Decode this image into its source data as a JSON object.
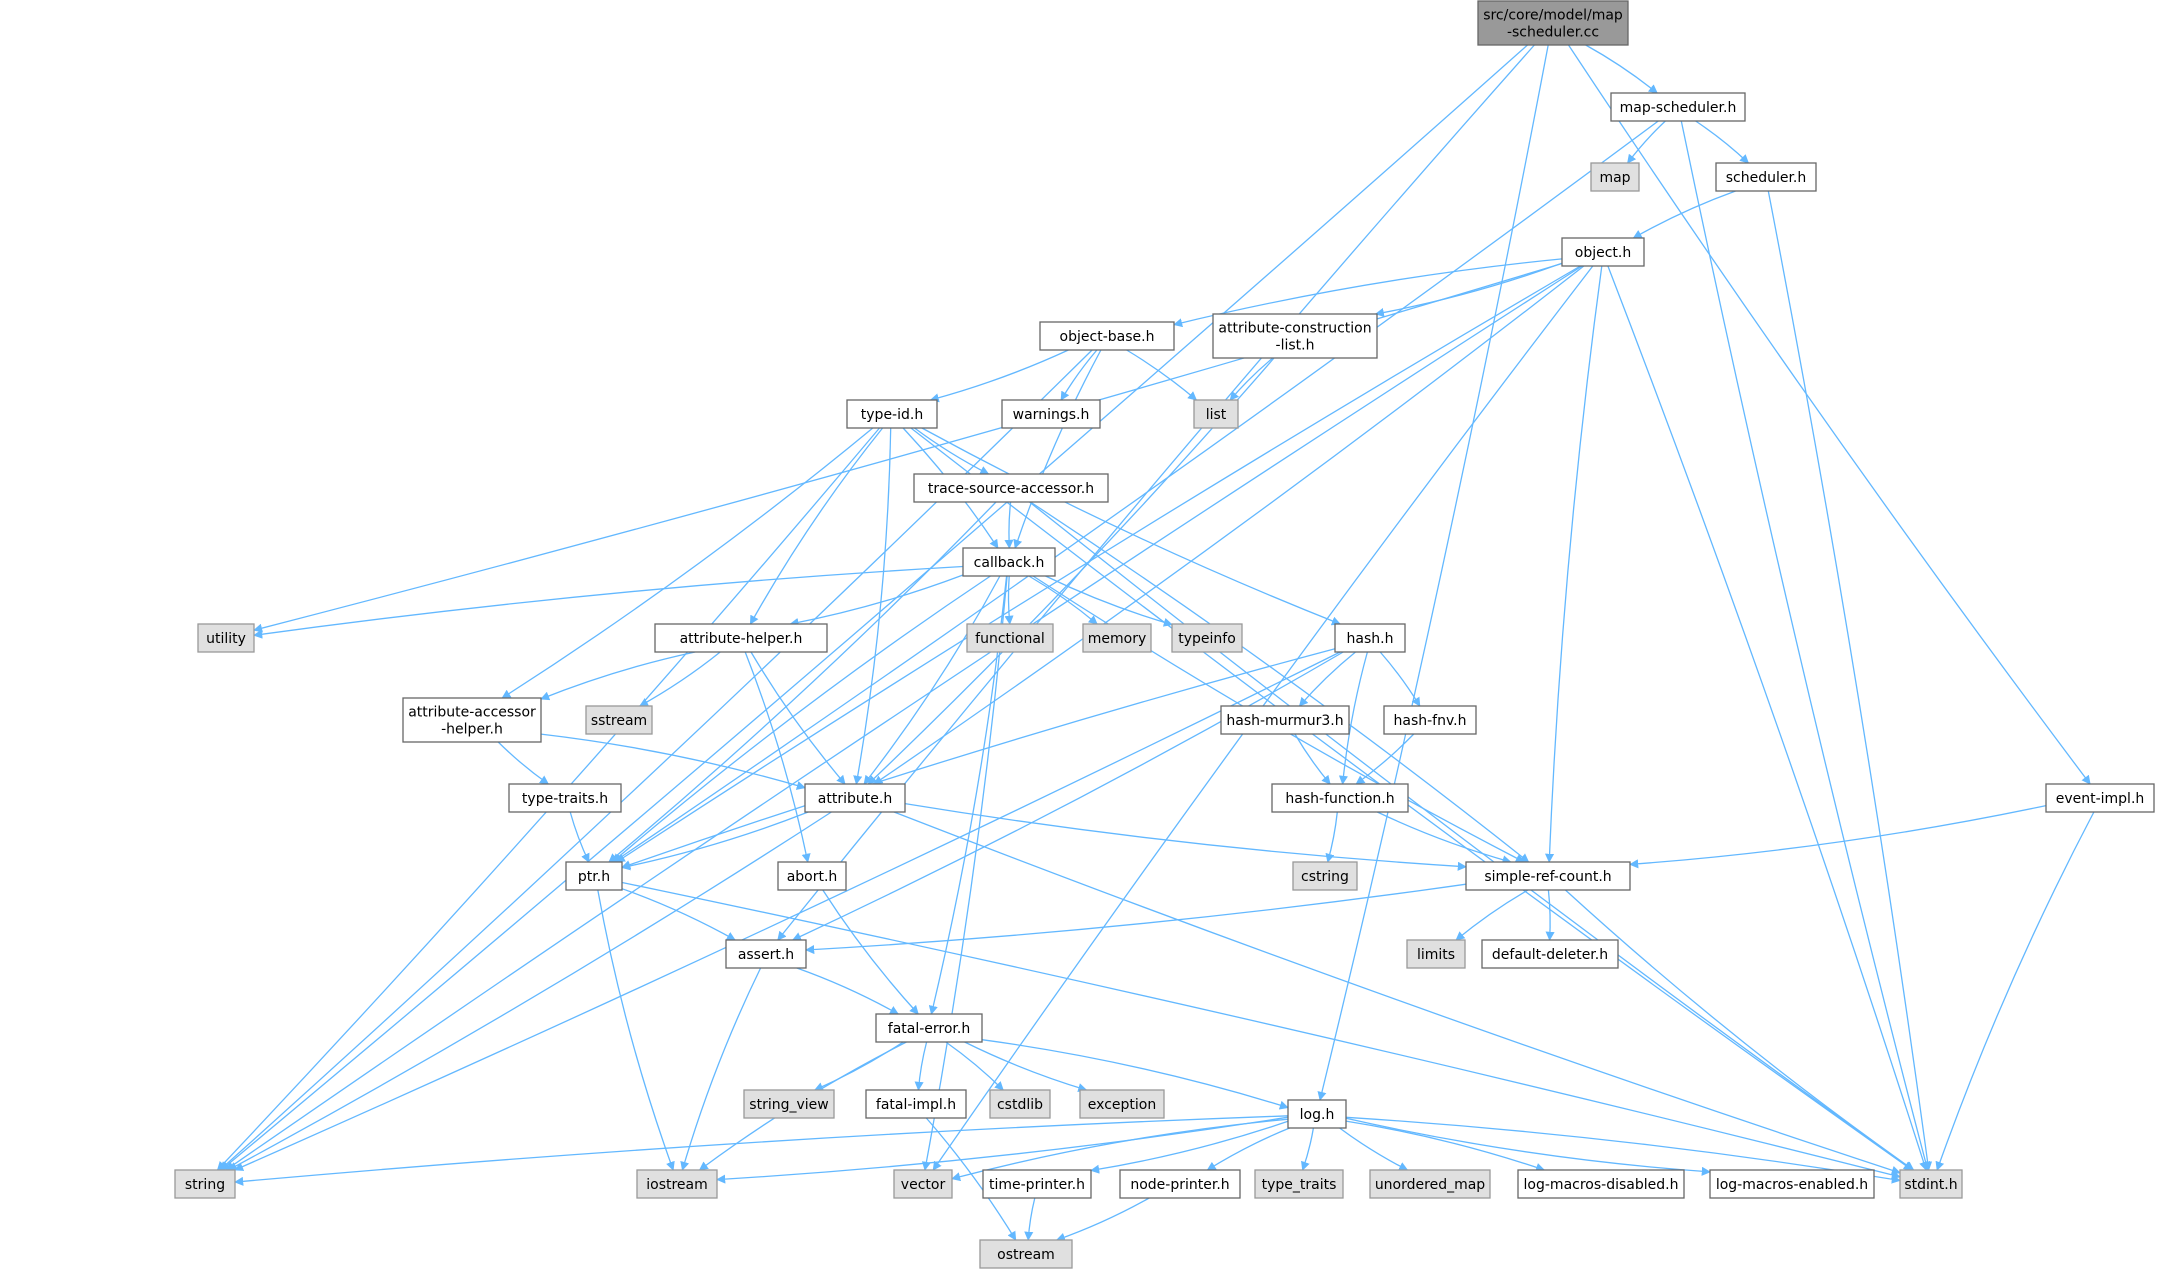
{
  "colors": {
    "edge": "#63b8ff",
    "node_fill": "#ffffff",
    "node_border": "#666666",
    "system_fill": "#e0e0e0",
    "system_border": "#999999",
    "root_fill": "#999999",
    "root_border": "#666666"
  },
  "nodes": [
    {
      "id": "root",
      "lines": [
        "src/core/model/map",
        "-scheduler.cc"
      ],
      "kind": "root"
    },
    {
      "id": "map_scheduler_h",
      "lines": [
        "map-scheduler.h"
      ],
      "kind": "file"
    },
    {
      "id": "map",
      "lines": [
        "map"
      ],
      "kind": "system"
    },
    {
      "id": "scheduler_h",
      "lines": [
        "scheduler.h"
      ],
      "kind": "file"
    },
    {
      "id": "object_h",
      "lines": [
        "object.h"
      ],
      "kind": "file"
    },
    {
      "id": "object_base_h",
      "lines": [
        "object-base.h"
      ],
      "kind": "file"
    },
    {
      "id": "attr_construction_list_h",
      "lines": [
        "attribute-construction",
        "-list.h"
      ],
      "kind": "file"
    },
    {
      "id": "list",
      "lines": [
        "list"
      ],
      "kind": "system"
    },
    {
      "id": "type_id_h",
      "lines": [
        "type-id.h"
      ],
      "kind": "file"
    },
    {
      "id": "warnings_h",
      "lines": [
        "warnings.h"
      ],
      "kind": "file"
    },
    {
      "id": "trace_source_accessor_h",
      "lines": [
        "trace-source-accessor.h"
      ],
      "kind": "file"
    },
    {
      "id": "callback_h",
      "lines": [
        "callback.h"
      ],
      "kind": "file"
    },
    {
      "id": "utility",
      "lines": [
        "utility"
      ],
      "kind": "system"
    },
    {
      "id": "attribute_helper_h",
      "lines": [
        "attribute-helper.h"
      ],
      "kind": "file"
    },
    {
      "id": "functional",
      "lines": [
        "functional"
      ],
      "kind": "system"
    },
    {
      "id": "memory",
      "lines": [
        "memory"
      ],
      "kind": "system"
    },
    {
      "id": "typeinfo",
      "lines": [
        "typeinfo"
      ],
      "kind": "system"
    },
    {
      "id": "hash_h",
      "lines": [
        "hash.h"
      ],
      "kind": "file"
    },
    {
      "id": "attr_accessor_helper_h",
      "lines": [
        "attribute-accessor",
        "-helper.h"
      ],
      "kind": "file"
    },
    {
      "id": "sstream",
      "lines": [
        "sstream"
      ],
      "kind": "system"
    },
    {
      "id": "hash_murmur3_h",
      "lines": [
        "hash-murmur3.h"
      ],
      "kind": "file"
    },
    {
      "id": "hash_fnv_h",
      "lines": [
        "hash-fnv.h"
      ],
      "kind": "file"
    },
    {
      "id": "type_traits_h",
      "lines": [
        "type-traits.h"
      ],
      "kind": "file"
    },
    {
      "id": "attribute_h",
      "lines": [
        "attribute.h"
      ],
      "kind": "file"
    },
    {
      "id": "hash_function_h",
      "lines": [
        "hash-function.h"
      ],
      "kind": "file"
    },
    {
      "id": "event_impl_h",
      "lines": [
        "event-impl.h"
      ],
      "kind": "file"
    },
    {
      "id": "ptr_h",
      "lines": [
        "ptr.h"
      ],
      "kind": "file"
    },
    {
      "id": "abort_h",
      "lines": [
        "abort.h"
      ],
      "kind": "file"
    },
    {
      "id": "cstring",
      "lines": [
        "cstring"
      ],
      "kind": "system"
    },
    {
      "id": "simple_ref_count_h",
      "lines": [
        "simple-ref-count.h"
      ],
      "kind": "file"
    },
    {
      "id": "limits",
      "lines": [
        "limits"
      ],
      "kind": "system"
    },
    {
      "id": "default_deleter_h",
      "lines": [
        "default-deleter.h"
      ],
      "kind": "file"
    },
    {
      "id": "assert_h",
      "lines": [
        "assert.h"
      ],
      "kind": "file"
    },
    {
      "id": "fatal_error_h",
      "lines": [
        "fatal-error.h"
      ],
      "kind": "file"
    },
    {
      "id": "string_view",
      "lines": [
        "string_view"
      ],
      "kind": "system"
    },
    {
      "id": "fatal_impl_h",
      "lines": [
        "fatal-impl.h"
      ],
      "kind": "file"
    },
    {
      "id": "cstdlib",
      "lines": [
        "cstdlib"
      ],
      "kind": "system"
    },
    {
      "id": "exception",
      "lines": [
        "exception"
      ],
      "kind": "system"
    },
    {
      "id": "log_h",
      "lines": [
        "log.h"
      ],
      "kind": "file"
    },
    {
      "id": "string",
      "lines": [
        "string"
      ],
      "kind": "system"
    },
    {
      "id": "iostream",
      "lines": [
        "iostream"
      ],
      "kind": "system"
    },
    {
      "id": "vector",
      "lines": [
        "vector"
      ],
      "kind": "system"
    },
    {
      "id": "time_printer_h",
      "lines": [
        "time-printer.h"
      ],
      "kind": "file"
    },
    {
      "id": "node_printer_h",
      "lines": [
        "node-printer.h"
      ],
      "kind": "file"
    },
    {
      "id": "type_traits",
      "lines": [
        "type_traits"
      ],
      "kind": "system"
    },
    {
      "id": "unordered_map",
      "lines": [
        "unordered_map"
      ],
      "kind": "system"
    },
    {
      "id": "log_macros_disabled_h",
      "lines": [
        "log-macros-disabled.h"
      ],
      "kind": "file"
    },
    {
      "id": "log_macros_enabled_h",
      "lines": [
        "log-macros-enabled.h"
      ],
      "kind": "file"
    },
    {
      "id": "stdint_h",
      "lines": [
        "stdint.h"
      ],
      "kind": "system"
    },
    {
      "id": "ostream",
      "lines": [
        "ostream"
      ],
      "kind": "system"
    }
  ],
  "edges": [
    [
      "root",
      "map_scheduler_h"
    ],
    [
      "root",
      "event_impl_h"
    ],
    [
      "root",
      "string"
    ],
    [
      "root",
      "assert_h"
    ],
    [
      "root",
      "log_h"
    ],
    [
      "map_scheduler_h",
      "map"
    ],
    [
      "map_scheduler_h",
      "scheduler_h"
    ],
    [
      "map_scheduler_h",
      "stdint_h"
    ],
    [
      "map_scheduler_h",
      "ptr_h"
    ],
    [
      "scheduler_h",
      "object_h"
    ],
    [
      "scheduler_h",
      "stdint_h"
    ],
    [
      "object_h",
      "object_base_h"
    ],
    [
      "object_h",
      "attr_construction_list_h"
    ],
    [
      "object_h",
      "simple_ref_count_h"
    ],
    [
      "object_h",
      "stdint_h"
    ],
    [
      "object_h",
      "string"
    ],
    [
      "object_h",
      "utility"
    ],
    [
      "object_h",
      "vector"
    ],
    [
      "object_h",
      "attribute_h"
    ],
    [
      "object_h",
      "ptr_h"
    ],
    [
      "object_base_h",
      "type_id_h"
    ],
    [
      "object_base_h",
      "warnings_h"
    ],
    [
      "object_base_h",
      "list"
    ],
    [
      "object_base_h",
      "callback_h"
    ],
    [
      "object_base_h",
      "string"
    ],
    [
      "attr_construction_list_h",
      "list"
    ],
    [
      "attr_construction_list_h",
      "attribute_h"
    ],
    [
      "type_id_h",
      "trace_source_accessor_h"
    ],
    [
      "type_id_h",
      "callback_h"
    ],
    [
      "type_id_h",
      "attribute_helper_h"
    ],
    [
      "type_id_h",
      "attr_accessor_helper_h"
    ],
    [
      "type_id_h",
      "hash_h"
    ],
    [
      "type_id_h",
      "attribute_h"
    ],
    [
      "type_id_h",
      "stdint_h"
    ],
    [
      "type_id_h",
      "string"
    ],
    [
      "trace_source_accessor_h",
      "callback_h"
    ],
    [
      "trace_source_accessor_h",
      "simple_ref_count_h"
    ],
    [
      "trace_source_accessor_h",
      "stdint_h"
    ],
    [
      "trace_source_accessor_h",
      "ptr_h"
    ],
    [
      "callback_h",
      "utility"
    ],
    [
      "callback_h",
      "attribute_helper_h"
    ],
    [
      "callback_h",
      "functional"
    ],
    [
      "callback_h",
      "memory"
    ],
    [
      "callback_h",
      "typeinfo"
    ],
    [
      "callback_h",
      "attribute_h"
    ],
    [
      "callback_h",
      "ptr_h"
    ],
    [
      "callback_h",
      "fatal_error_h"
    ],
    [
      "callback_h",
      "simple_ref_count_h"
    ],
    [
      "callback_h",
      "vector"
    ],
    [
      "attribute_helper_h",
      "attr_accessor_helper_h"
    ],
    [
      "attribute_helper_h",
      "sstream"
    ],
    [
      "attribute_helper_h",
      "attribute_h"
    ],
    [
      "attribute_helper_h",
      "abort_h"
    ],
    [
      "hash_h",
      "hash_murmur3_h"
    ],
    [
      "hash_h",
      "hash_fnv_h"
    ],
    [
      "hash_h",
      "hash_function_h"
    ],
    [
      "hash_h",
      "assert_h"
    ],
    [
      "hash_h",
      "ptr_h"
    ],
    [
      "hash_h",
      "string"
    ],
    [
      "attr_accessor_helper_h",
      "type_traits_h"
    ],
    [
      "attr_accessor_helper_h",
      "attribute_h"
    ],
    [
      "hash_murmur3_h",
      "hash_function_h"
    ],
    [
      "hash_fnv_h",
      "hash_function_h"
    ],
    [
      "type_traits_h",
      "ptr_h"
    ],
    [
      "attribute_h",
      "ptr_h"
    ],
    [
      "attribute_h",
      "simple_ref_count_h"
    ],
    [
      "attribute_h",
      "string"
    ],
    [
      "attribute_h",
      "stdint_h"
    ],
    [
      "hash_function_h",
      "cstring"
    ],
    [
      "hash_function_h",
      "simple_ref_count_h"
    ],
    [
      "event_impl_h",
      "simple_ref_count_h"
    ],
    [
      "event_impl_h",
      "stdint_h"
    ],
    [
      "ptr_h",
      "assert_h"
    ],
    [
      "ptr_h",
      "iostream"
    ],
    [
      "ptr_h",
      "stdint_h"
    ],
    [
      "abort_h",
      "fatal_error_h"
    ],
    [
      "simple_ref_count_h",
      "assert_h"
    ],
    [
      "simple_ref_count_h",
      "limits"
    ],
    [
      "simple_ref_count_h",
      "default_deleter_h"
    ],
    [
      "simple_ref_count_h",
      "stdint_h"
    ],
    [
      "assert_h",
      "fatal_error_h"
    ],
    [
      "assert_h",
      "iostream"
    ],
    [
      "fatal_error_h",
      "string_view"
    ],
    [
      "fatal_error_h",
      "fatal_impl_h"
    ],
    [
      "fatal_error_h",
      "cstdlib"
    ],
    [
      "fatal_error_h",
      "exception"
    ],
    [
      "fatal_error_h",
      "log_h"
    ],
    [
      "fatal_error_h",
      "iostream"
    ],
    [
      "fatal_impl_h",
      "ostream"
    ],
    [
      "log_h",
      "string"
    ],
    [
      "log_h",
      "iostream"
    ],
    [
      "log_h",
      "vector"
    ],
    [
      "log_h",
      "time_printer_h"
    ],
    [
      "log_h",
      "node_printer_h"
    ],
    [
      "log_h",
      "type_traits"
    ],
    [
      "log_h",
      "unordered_map"
    ],
    [
      "log_h",
      "log_macros_disabled_h"
    ],
    [
      "log_h",
      "log_macros_enabled_h"
    ],
    [
      "log_h",
      "stdint_h"
    ],
    [
      "time_printer_h",
      "ostream"
    ],
    [
      "node_printer_h",
      "ostream"
    ]
  ]
}
